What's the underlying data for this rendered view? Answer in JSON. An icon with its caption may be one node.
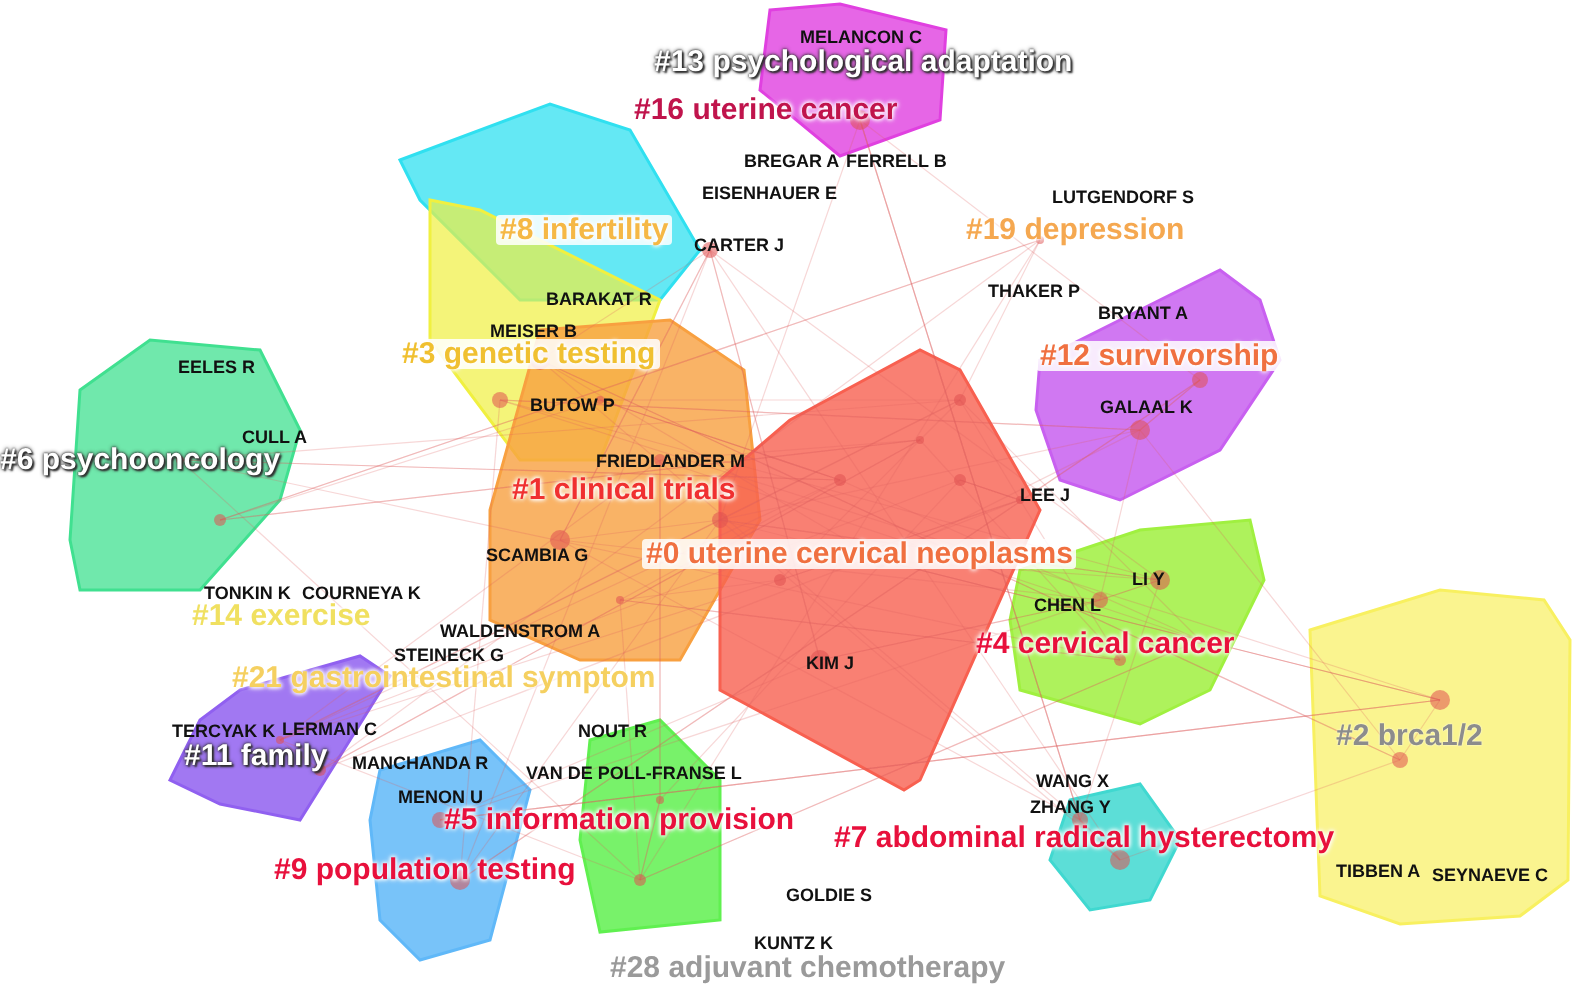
{
  "diagram": {
    "labels": [
      "MELANCON C",
      "#13 psychological adaptation",
      "#16 uterine cancer",
      "BREGAR A",
      "FERRELL B",
      "EISENHAUER E",
      "LUTGENDORF S",
      "#8 infertility",
      "#19 depression",
      "CARTER J",
      "THAKER P",
      "BARAKAT R",
      "BRYANT A",
      "MEISER B",
      "#3 genetic testing",
      "#12 survivorship",
      "EELES R",
      "BUTOW P",
      "GALAAL K",
      "CULL A",
      "#6 psychooncology",
      "FRIEDLANDER M",
      "#1 clinical trials",
      "LEE J",
      "SCAMBIA G",
      "#0 uterine cervical neoplasms",
      "LI Y",
      "TONKIN K",
      "COURNEYA K",
      "CHEN L",
      "#14 exercise",
      "WALDENSTROM A",
      "#4 cervical cancer",
      "STEINECK G",
      "#21 gastrointestinal symptom",
      "KIM J",
      "TERCYAK K",
      "LERMAN C",
      "NOUT R",
      "#11 family",
      "MANCHANDA R",
      "VAN DE POLL-FRANSE L",
      "WANG X",
      "#2 brca1/2",
      "MENON U",
      "ZHANG Y",
      "#5 information provision",
      "TIBBEN A",
      "SEYNAEVE C",
      "#7 abdominal radical hysterectomy",
      "#9 population testing",
      "GOLDIE S",
      "KUNTZ K",
      "#28 adjuvant chemotherapy"
    ]
  }
}
